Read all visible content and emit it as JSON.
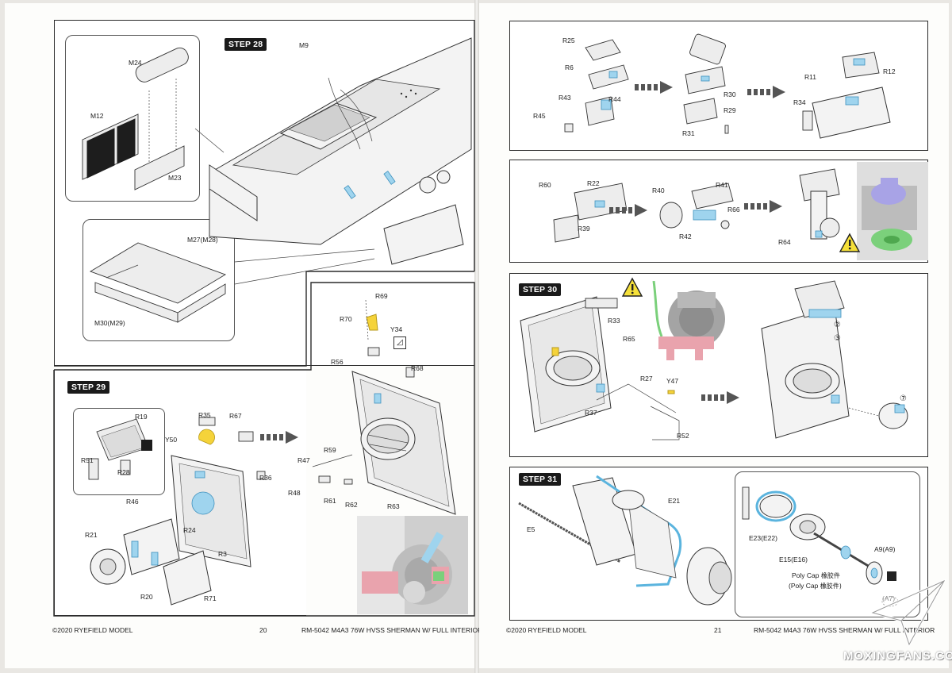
{
  "pages": {
    "left": {
      "step28": {
        "label": "STEP 28",
        "parts": [
          "M24",
          "M12",
          "M23",
          "M9",
          "M27(M28)",
          "M30(M29)"
        ]
      },
      "step29": {
        "label": "STEP 29",
        "parts": [
          "R69",
          "R70",
          "Y34",
          "R56",
          "R68",
          "R19",
          "R35",
          "R67",
          "Y50",
          "R51",
          "R28",
          "R36",
          "R47",
          "R59",
          "R48",
          "R61",
          "R62",
          "R63",
          "R46",
          "R21",
          "R24",
          "R3",
          "R20",
          "R71"
        ]
      },
      "footer": {
        "copyright": "©2020 RYEFIELD MODEL",
        "page_number": "20",
        "product": "RM-5042  M4A3 76W HVSS SHERMAN W/ FULL INTERIOR"
      }
    },
    "right": {
      "panel_a": {
        "parts": [
          "R25",
          "R6",
          "R43",
          "R44",
          "R45",
          "R30",
          "R29",
          "R31",
          "R11",
          "R12",
          "R34"
        ]
      },
      "panel_b": {
        "parts": [
          "R60",
          "R22",
          "R39",
          "R40",
          "R41",
          "R42",
          "R66",
          "R64"
        ]
      },
      "step30": {
        "label": "STEP 30",
        "parts": [
          "R33",
          "R65",
          "R27",
          "Y47",
          "R37",
          "R52"
        ],
        "callouts": [
          "②",
          "③",
          "⑦"
        ]
      },
      "step31": {
        "label": "STEP 31",
        "parts": [
          "E21",
          "E5",
          "E23(E22)",
          "E15(E16)",
          "A9(A9)"
        ],
        "poly_cap_en": "Poly Cap",
        "poly_cap_zh": "橡胶件",
        "poly_cap_en_alt": "(Poly Cap",
        "poly_cap_zh_alt": "橡胶件)",
        "ghost_label": "(A7)"
      },
      "footer": {
        "copyright": "©2020 RYEFIELD MODEL",
        "page_number": "21",
        "product": "RM-5042  M4A3 76W HVSS SHERMAN W/ FULL INTERIOR"
      }
    }
  },
  "watermark": "MOXINGFANS.COM",
  "colors": {
    "highlight_blue": "#9fd4ee",
    "highlight_yellow": "#f5d33a",
    "render_pink": "#e9a3ad",
    "render_green": "#7bd07b",
    "render_purple": "#a8a3e6"
  }
}
